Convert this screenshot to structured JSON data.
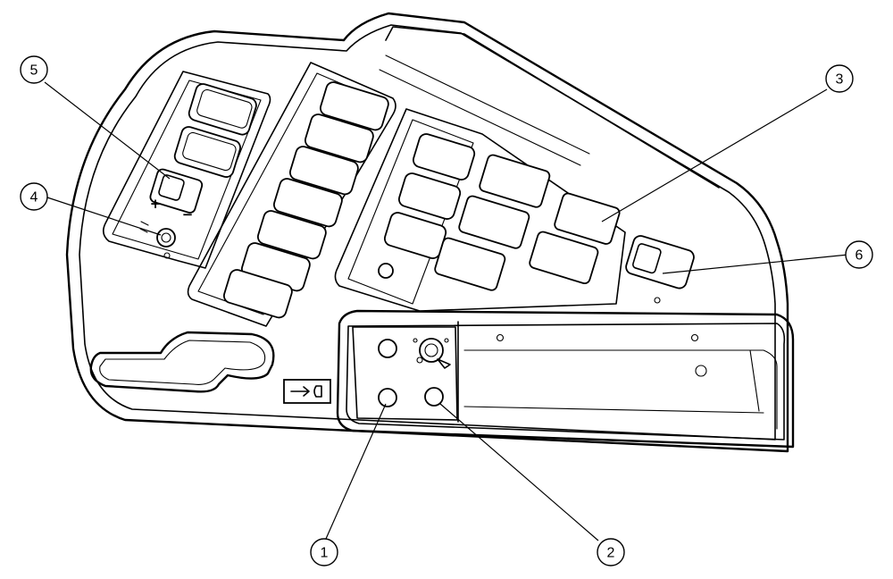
{
  "callouts": [
    {
      "id": "1",
      "label": "1"
    },
    {
      "id": "2",
      "label": "2"
    },
    {
      "id": "3",
      "label": "3"
    },
    {
      "id": "4",
      "label": "4"
    },
    {
      "id": "5",
      "label": "5"
    },
    {
      "id": "6",
      "label": "6"
    }
  ],
  "panel_glyphs": {
    "plus": "+",
    "minus": "−"
  },
  "colors": {
    "line": "#000000",
    "background": "#ffffff"
  }
}
